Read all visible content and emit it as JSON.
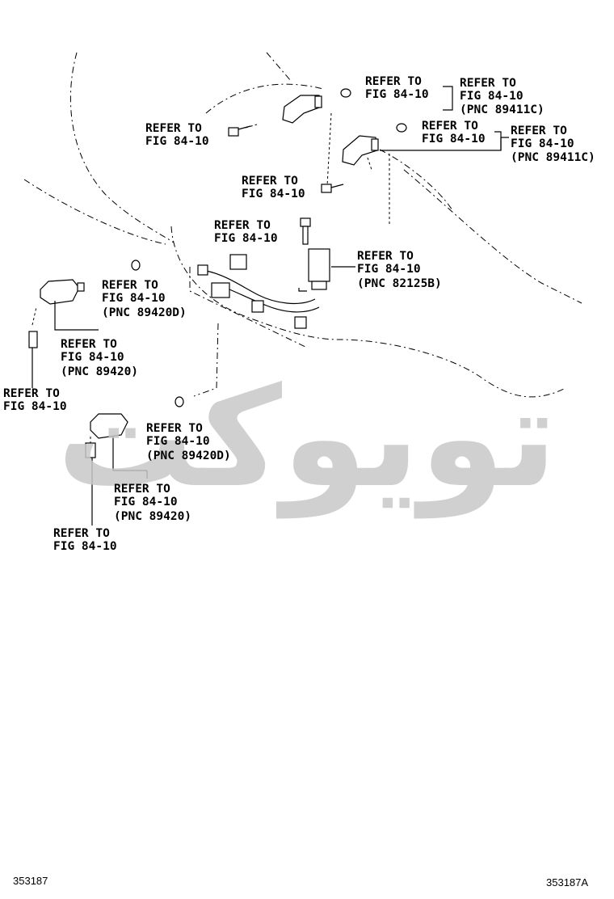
{
  "callouts": [
    {
      "id": "c1",
      "lines": [
        "REFER TO",
        "FIG 84-10"
      ]
    },
    {
      "id": "c2",
      "lines": [
        "REFER TO",
        "FIG 84-10",
        "(PNC 89411C)"
      ]
    },
    {
      "id": "c3",
      "lines": [
        "REFER TO",
        "FIG 84-10"
      ]
    },
    {
      "id": "c4",
      "lines": [
        "REFER TO",
        "FIG 84-10"
      ]
    },
    {
      "id": "c5",
      "lines": [
        "REFER TO",
        "FIG 84-10",
        "(PNC 89411C)"
      ]
    },
    {
      "id": "c6",
      "lines": [
        "REFER TO",
        "FIG 84-10"
      ]
    },
    {
      "id": "c7",
      "lines": [
        "REFER TO",
        "FIG 84-10"
      ]
    },
    {
      "id": "c8",
      "lines": [
        "REFER TO",
        "FIG 84-10",
        "(PNC 82125B)"
      ]
    },
    {
      "id": "c9",
      "lines": [
        "REFER TO",
        "FIG 84-10",
        "(PNC 89420D)"
      ]
    },
    {
      "id": "c10",
      "lines": [
        "REFER TO",
        "FIG 84-10",
        "(PNC 89420)"
      ]
    },
    {
      "id": "c11",
      "lines": [
        "REFER TO",
        "FIG 84-10"
      ]
    },
    {
      "id": "c12",
      "lines": [
        "REFER TO",
        "FIG 84-10",
        "(PNC 89420D)"
      ]
    },
    {
      "id": "c13",
      "lines": [
        "REFER TO",
        "FIG 84-10",
        "(PNC 89420)"
      ]
    },
    {
      "id": "c14",
      "lines": [
        "REFER TO",
        "FIG 84-10"
      ]
    }
  ],
  "watermark": "تویوکت",
  "footer": {
    "left": "353187",
    "right": "353187A"
  }
}
